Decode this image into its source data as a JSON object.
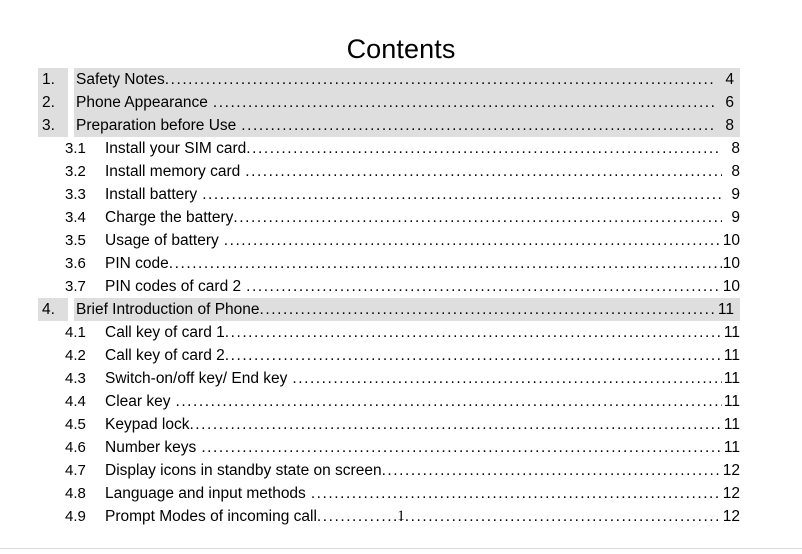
{
  "document": {
    "title": "Contents",
    "footer_page_number": "1",
    "shade_color": "#dedede",
    "text_color": "#000000",
    "background_color": "#ffffff"
  },
  "toc": {
    "entries": [
      {
        "level": 1,
        "number": "1.",
        "label": "Safety Notes",
        "page": "4",
        "space_before_leader": false
      },
      {
        "level": 1,
        "number": "2.",
        "label": "Phone Appearance",
        "page": "6",
        "space_before_leader": true
      },
      {
        "level": 1,
        "number": "3.",
        "label": "Preparation before Use",
        "page": "8",
        "space_before_leader": true
      },
      {
        "level": 2,
        "number": "3.1",
        "label": "Install your SIM card",
        "page": "8",
        "space_before_leader": false
      },
      {
        "level": 2,
        "number": "3.2",
        "label": "Install memory card",
        "page": "8",
        "space_before_leader": true
      },
      {
        "level": 2,
        "number": "3.3",
        "label": "Install battery",
        "page": "9",
        "space_before_leader": true
      },
      {
        "level": 2,
        "number": "3.4",
        "label": "Charge the battery",
        "page": "9",
        "space_before_leader": false
      },
      {
        "level": 2,
        "number": "3.5",
        "label": "Usage of battery",
        "page": "10",
        "space_before_leader": true
      },
      {
        "level": 2,
        "number": "3.6",
        "label": "PIN code",
        "page": "10",
        "space_before_leader": false
      },
      {
        "level": 2,
        "number": "3.7",
        "label": "PIN codes of card 2",
        "page": "10",
        "space_before_leader": true
      },
      {
        "level": 1,
        "number": "4.",
        "label": "Brief Introduction of Phone",
        "page": "11",
        "space_before_leader": false
      },
      {
        "level": 2,
        "number": "4.1",
        "label": "Call key of card 1",
        "page": "11",
        "space_before_leader": false
      },
      {
        "level": 2,
        "number": "4.2",
        "label": "Call key of card 2",
        "page": "11",
        "space_before_leader": false
      },
      {
        "level": 2,
        "number": "4.3",
        "label": "Switch-on/off key/ End key",
        "page": "11",
        "space_before_leader": true
      },
      {
        "level": 2,
        "number": "4.4",
        "label": "Clear key",
        "page": "11",
        "space_before_leader": true
      },
      {
        "level": 2,
        "number": "4.5",
        "label": "Keypad lock",
        "page": "11",
        "space_before_leader": false
      },
      {
        "level": 2,
        "number": "4.6",
        "label": "Number keys",
        "page": "11",
        "space_before_leader": true
      },
      {
        "level": 2,
        "number": "4.7",
        "label": "Display icons in standby state on screen",
        "page": "12",
        "space_before_leader": false
      },
      {
        "level": 2,
        "number": "4.8",
        "label": "Language and input methods",
        "page": "12",
        "space_before_leader": true
      },
      {
        "level": 2,
        "number": "4.9",
        "label": "Prompt Modes of incoming call",
        "page": "12",
        "space_before_leader": false
      }
    ]
  }
}
